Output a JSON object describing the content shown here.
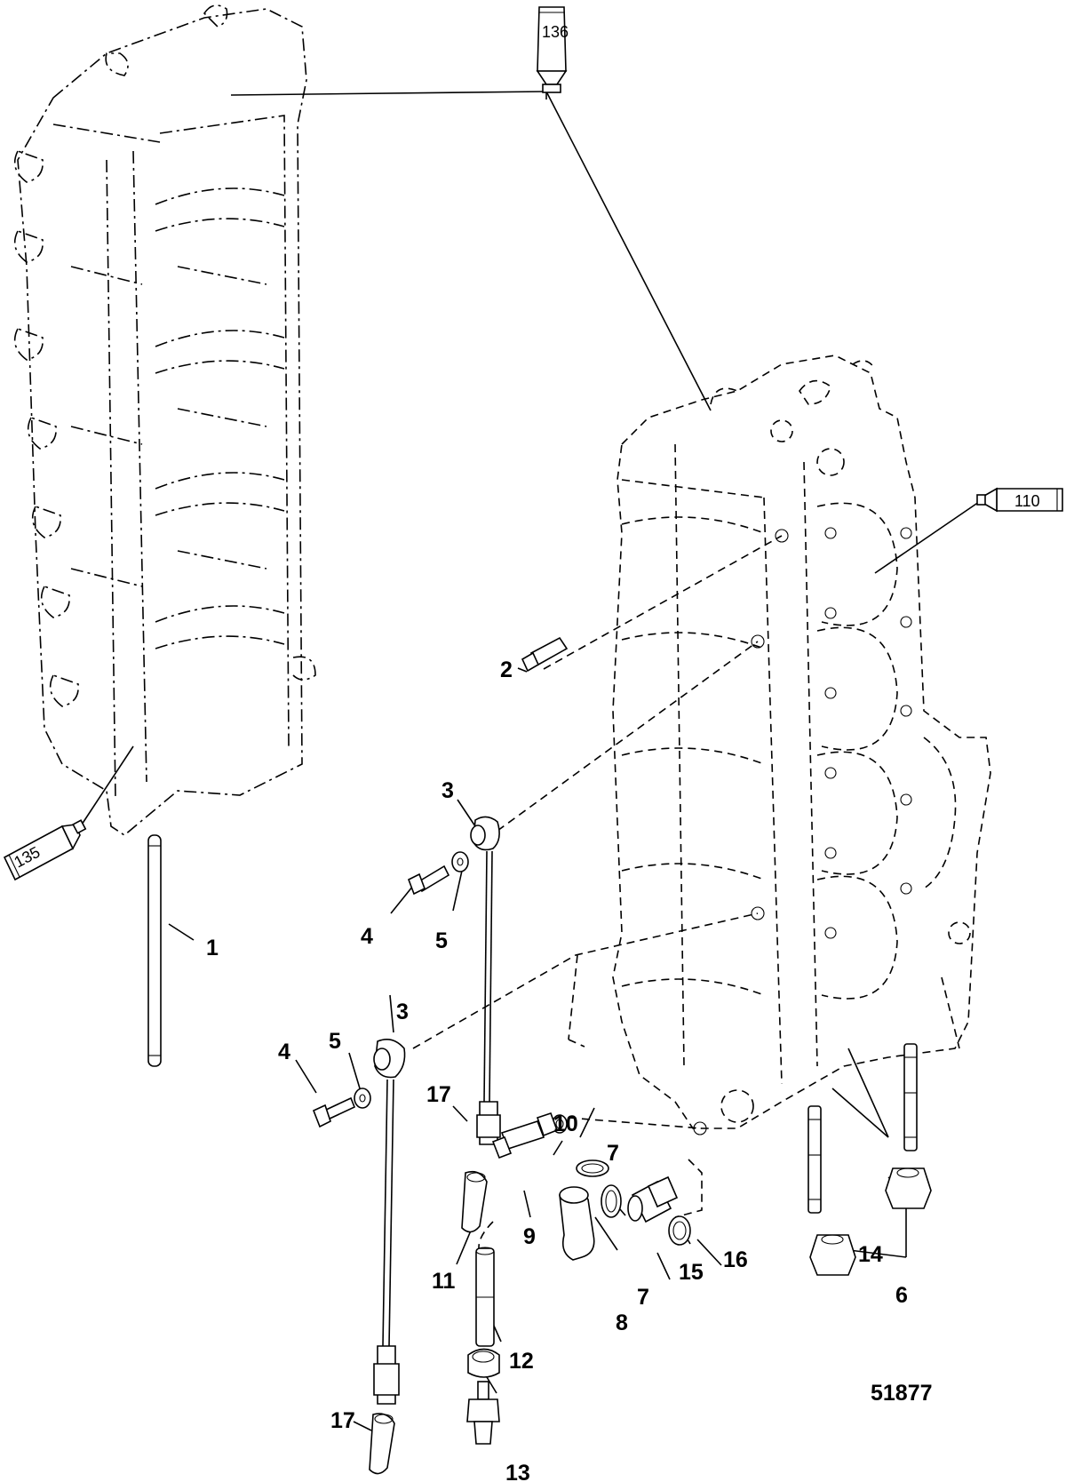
{
  "diagram": {
    "figure_number": "51877",
    "sealant_tubes": [
      {
        "id": "tube-136",
        "label": "136"
      },
      {
        "id": "tube-110",
        "label": "110"
      },
      {
        "id": "tube-135",
        "label": "135"
      }
    ],
    "callouts": [
      {
        "id": "c1",
        "label": "1"
      },
      {
        "id": "c2",
        "label": "2"
      },
      {
        "id": "c3a",
        "label": "3"
      },
      {
        "id": "c3b",
        "label": "3"
      },
      {
        "id": "c4a",
        "label": "4"
      },
      {
        "id": "c4b",
        "label": "4"
      },
      {
        "id": "c5a",
        "label": "5"
      },
      {
        "id": "c5b",
        "label": "5"
      },
      {
        "id": "c6",
        "label": "6"
      },
      {
        "id": "c7a",
        "label": "7"
      },
      {
        "id": "c7b",
        "label": "7"
      },
      {
        "id": "c8",
        "label": "8"
      },
      {
        "id": "c9",
        "label": "9"
      },
      {
        "id": "c10",
        "label": "10"
      },
      {
        "id": "c11",
        "label": "11"
      },
      {
        "id": "c12",
        "label": "12"
      },
      {
        "id": "c13",
        "label": "13"
      },
      {
        "id": "c14",
        "label": "14"
      },
      {
        "id": "c15",
        "label": "15"
      },
      {
        "id": "c16",
        "label": "16"
      },
      {
        "id": "c17a",
        "label": "17"
      },
      {
        "id": "c17b",
        "label": "17"
      }
    ]
  }
}
